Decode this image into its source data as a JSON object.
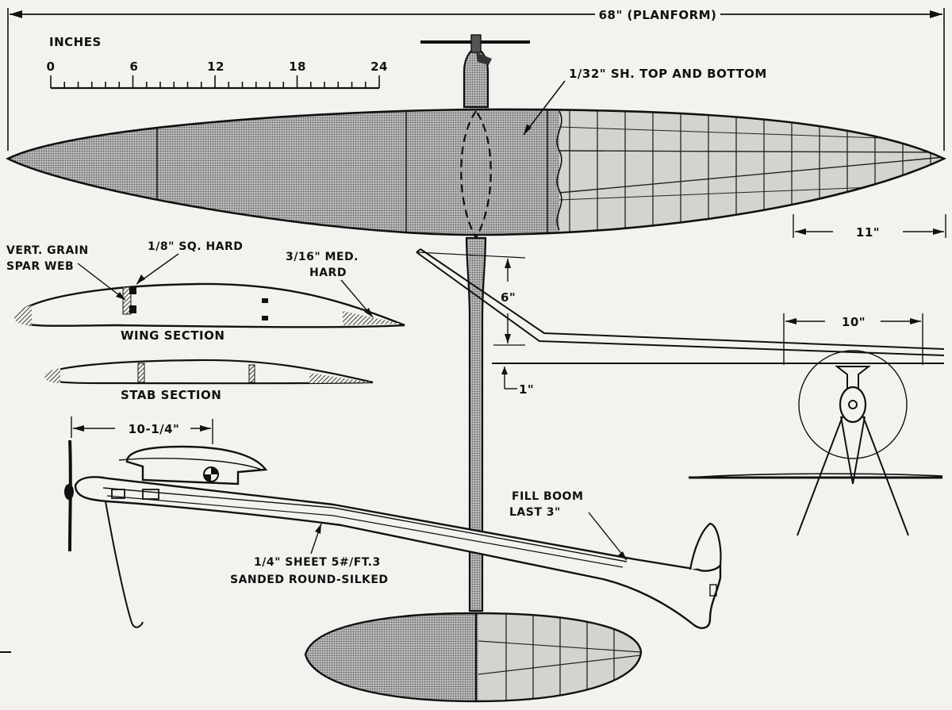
{
  "dimensions": {
    "span": "68\" (PLANFORM)",
    "tip": "11\"",
    "dihedral_rise": "6\"",
    "stab_offset": "1\"",
    "center_section": "10\"",
    "nose": "10-1/4\""
  },
  "scale": {
    "title": "INCHES",
    "ticks": [
      "0",
      "6",
      "12",
      "18",
      "24"
    ]
  },
  "notes": {
    "sheeting": "1/32\" SH. TOP AND BOTTOM",
    "spar_web_line1": "VERT. GRAIN",
    "spar_web_line2": "SPAR WEB",
    "spar": "1/8\" SQ. HARD",
    "te_line1": "3/16\" MED.",
    "te_line2": "HARD",
    "wing_section": "WING SECTION",
    "stab_section": "STAB SECTION",
    "fill_line1": "FILL BOOM",
    "fill_line2": "LAST 3\"",
    "sheet_line1": "1/4\" SHEET 5#/FT.3",
    "sheet_line2": "SANDED ROUND-SILKED"
  },
  "colors": {
    "ink": "#111111",
    "paper": "#f3f2ee",
    "shade": "#9a9a9a"
  }
}
